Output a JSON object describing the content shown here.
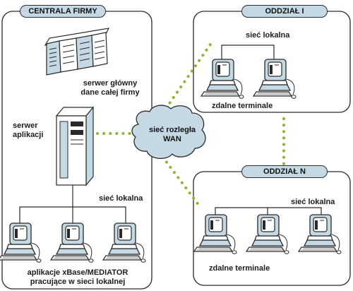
{
  "central": {
    "title": "CENTRALA FIRMY",
    "server_label_1": "serwer główny",
    "server_label_2": "dane całej firmy",
    "app_server_label_1": "serwer",
    "app_server_label_2": "aplikacji",
    "lan_label": "sieć lokalna",
    "apps_label_1": "aplikacje xBase/MEDIATOR",
    "apps_label_2": "pracujące w sieci lokalnej"
  },
  "wan": {
    "label_1": "sieć rozległa",
    "label_2": "WAN"
  },
  "branch_1": {
    "title": "ODDZIAŁ I",
    "lan_label": "sieć lokalna",
    "terminals_label": "zdalne terminale"
  },
  "branch_n": {
    "title": "ODDZIAŁ N",
    "lan_label": "sieć lokalna",
    "terminals_label": "zdalne terminale"
  },
  "colors": {
    "accent_fill": "#c4d9e4",
    "link_dots": "#8bb434",
    "outline": "#2a2a2a"
  }
}
